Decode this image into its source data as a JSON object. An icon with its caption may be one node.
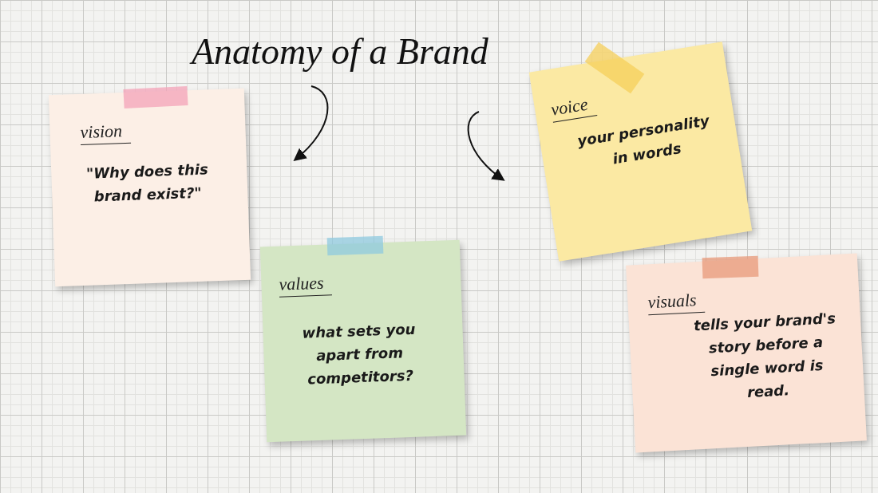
{
  "diagram": {
    "title": "Anatomy of a Brand",
    "nodes": [
      {
        "text": [
          "vision",
          "\"Why does this brand exist?\""
        ]
      },
      {
        "text": [
          "voice",
          "your personality in words"
        ]
      },
      {
        "text": [
          "values",
          "what sets you apart from competitors?"
        ]
      },
      {
        "text": [
          "visuals",
          "tells your brand's story before a single word is read."
        ]
      }
    ]
  }
}
